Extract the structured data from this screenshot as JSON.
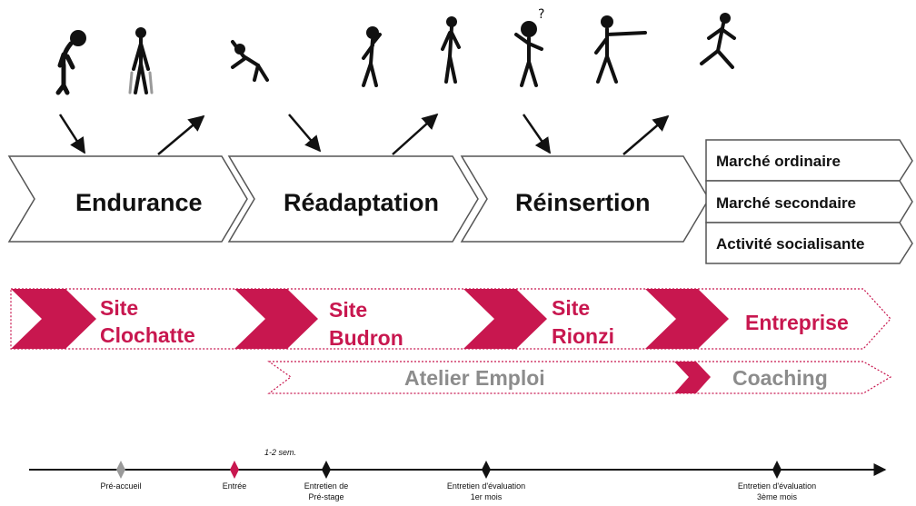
{
  "stages": [
    {
      "label": "Endurance"
    },
    {
      "label": "Réadaptation"
    },
    {
      "label": "Réinsertion"
    }
  ],
  "outcomes": [
    {
      "label": "Marché ordinaire"
    },
    {
      "label": "Marché secondaire"
    },
    {
      "label": "Activité socialisante"
    }
  ],
  "sites": [
    {
      "line1": "Site",
      "line2": "Clochatte"
    },
    {
      "line1": "Site",
      "line2": "Budron"
    },
    {
      "line1": "Site",
      "line2": "Rionzi"
    },
    {
      "line1": "Entreprise",
      "line2": ""
    }
  ],
  "support": {
    "atelier": "Atelier Emploi",
    "coaching": "Coaching"
  },
  "timeline": {
    "duration_note": "1-2 sem.",
    "milestones": [
      {
        "label": "Pré-accueil",
        "sub": "",
        "color": "#9a9a9a"
      },
      {
        "label": "Entrée",
        "sub": "",
        "color": "#c8174f"
      },
      {
        "label": "Entretien de",
        "sub": "Pré-stage",
        "color": "#111111"
      },
      {
        "label": "Entretien d'évaluation",
        "sub": "1er mois",
        "color": "#111111"
      },
      {
        "label": "Entretien d'évaluation",
        "sub": "3ème mois",
        "color": "#111111"
      }
    ]
  },
  "figures": [
    {
      "icon": "slumped-person-icon"
    },
    {
      "icon": "despairing-person-icon"
    },
    {
      "icon": "stretching-person-icon"
    },
    {
      "icon": "thinking-person-icon"
    },
    {
      "icon": "standing-person-icon"
    },
    {
      "icon": "questioning-person-icon"
    },
    {
      "icon": "pointing-person-icon"
    },
    {
      "icon": "running-person-icon"
    }
  ],
  "colors": {
    "accent": "#c8174f",
    "gray_text": "#8c8c8c",
    "outline": "#555555"
  }
}
